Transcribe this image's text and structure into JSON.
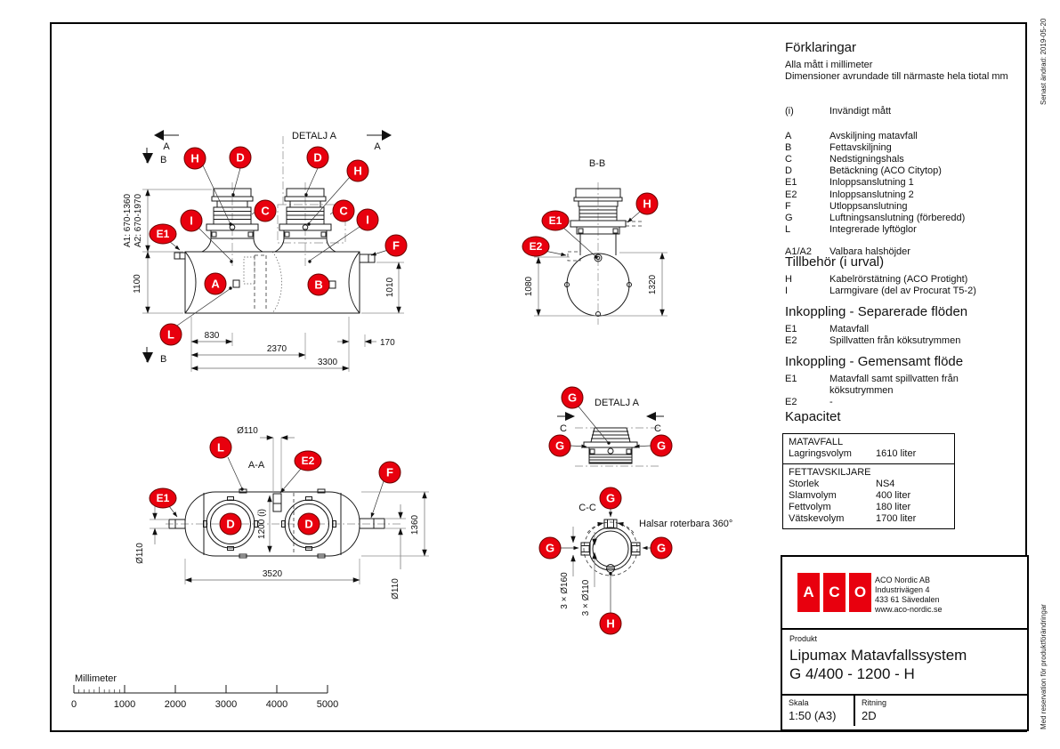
{
  "accent": {
    "red": "#e8000e"
  },
  "margin_notes": {
    "top": "Senast ändrad: 2019-05-20",
    "bottom": "Med reservation för produktförändringar"
  },
  "legend": {
    "title": "Förklaringar",
    "note1": "Alla mått i millimeter",
    "note2": "Dimensioner avrundade till närmaste hela tiotal mm",
    "inner_dim": {
      "key": "(i)",
      "label": "Invändigt mått"
    },
    "items": [
      {
        "key": "A",
        "label": "Avskiljning matavfall"
      },
      {
        "key": "B",
        "label": "Fettavskiljning"
      },
      {
        "key": "C",
        "label": "Nedstigningshals"
      },
      {
        "key": "D",
        "label": "Betäckning (ACO Citytop)"
      },
      {
        "key": "E1",
        "label": "Inloppsanslutning 1"
      },
      {
        "key": "E2",
        "label": "Inloppsanslutning 2"
      },
      {
        "key": "F",
        "label": "Utloppsanslutning"
      },
      {
        "key": "G",
        "label": "Luftningsanslutning (förberedd)"
      },
      {
        "key": "L",
        "label": "Integrerade lyftöglor"
      }
    ],
    "neck_heights": {
      "key": "A1/A2",
      "label": "Valbara halshöjder"
    }
  },
  "tillbehor": {
    "title": "Tillbehör (i urval)",
    "items": [
      {
        "key": "H",
        "label": "Kabelrörstätning (ACO Protight)"
      },
      {
        "key": "I",
        "label": "Larmgivare (del av Procurat T5-2)"
      }
    ]
  },
  "inkoppling_separerade": {
    "title": "Inkoppling - Separerade flöden",
    "items": [
      {
        "key": "E1",
        "label": "Matavfall"
      },
      {
        "key": "E2",
        "label": "Spillvatten från köksutrymmen"
      }
    ]
  },
  "inkoppling_gemensamt": {
    "title": "Inkoppling - Gemensamt flöde",
    "items": [
      {
        "key": "E1",
        "label": "Matavfall samt spillvatten från köksutrymmen"
      },
      {
        "key": "E2",
        "label": "-"
      }
    ]
  },
  "kapacitet": {
    "title": "Kapacitet",
    "matavfall_header": "MATAVFALL",
    "matavfall_rows": [
      {
        "label": "Lagringsvolym",
        "value": "1610 liter"
      }
    ],
    "fett_header": "FETTAVSKILJARE",
    "fett_rows": [
      {
        "label": "Storlek",
        "value": "NS4"
      },
      {
        "label": "Slamvolym",
        "value": "400 liter"
      },
      {
        "label": "Fettvolym",
        "value": "180 liter"
      },
      {
        "label": "Vätskevolym",
        "value": "1700 liter"
      }
    ]
  },
  "titleblock": {
    "logo_letters": [
      "A",
      "C",
      "O"
    ],
    "company": "ACO Nordic AB",
    "address": "Industrivägen 4",
    "city": "433 61  Sävedalen",
    "web": "www.aco-nordic.se",
    "produkt_label": "Produkt",
    "produkt_line1": "Lipumax Matavfallssystem",
    "produkt_line2": "G 4/400 - 1200 - H",
    "skala_label": "Skala",
    "skala_value": "1:50 (A3)",
    "ritning_label": "Ritning",
    "ritning_value": "2D"
  },
  "scalebar": {
    "label": "Millimeter",
    "ticks": [
      "0",
      "1000",
      "2000",
      "3000",
      "4000",
      "5000"
    ]
  },
  "drawing": {
    "markers": {
      "A": "A",
      "B": "B",
      "C": "C",
      "D": "D",
      "E1": "E1",
      "E2": "E2",
      "F": "F",
      "G": "G",
      "H": "H",
      "I": "I",
      "L": "L"
    },
    "side_view": {
      "section_a": "A",
      "section_b": "B",
      "detalj_ref": "DETALJ A",
      "dim_a1": "A1: 670-1360",
      "dim_a2": "A2: 670-1970",
      "dim_1100": "1100",
      "dim_830": "830",
      "dim_2370": "2370",
      "dim_3300": "3300",
      "dim_170": "170",
      "dim_1010": "1010"
    },
    "plan_view": {
      "title": "A-A",
      "dim_d110": "Ø110",
      "dim_1200": "1200 (i)",
      "dim_3520": "3520",
      "dim_1360": "1360"
    },
    "bb_view": {
      "title": "B-B",
      "dim_1080": "1080",
      "dim_1320": "1320"
    },
    "detalj_view": {
      "title": "DETALJ A",
      "section_c": "C"
    },
    "cc_view": {
      "title": "C-C",
      "note": "Halsar roterbara 360°",
      "dim_160": "3 × Ø160",
      "dim_110": "3 × Ø110"
    }
  }
}
